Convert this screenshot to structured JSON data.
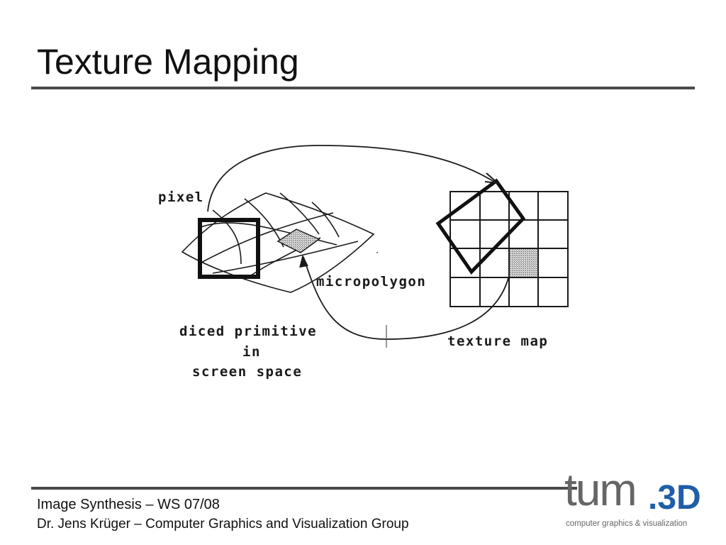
{
  "slide": {
    "title": "Texture Mapping"
  },
  "figure": {
    "labels": {
      "pixel": "pixel",
      "micropolygon": "micropolygon",
      "diced_line1": "diced   primitive",
      "diced_line2": "in",
      "diced_line3": "screen   space",
      "texture_map": "texture   map"
    }
  },
  "footer": {
    "course": "Image Synthesis – WS 07/08",
    "author": "Dr. Jens Krüger – Computer Graphics and Visualization Group"
  },
  "logo": {
    "main": "tum",
    "suffix": ".3D",
    "tagline": "computer graphics & visualization"
  },
  "colors": {
    "rule": "#4a4a4a",
    "logo_gray": "#666666",
    "logo_blue": "#1f5ea8"
  }
}
